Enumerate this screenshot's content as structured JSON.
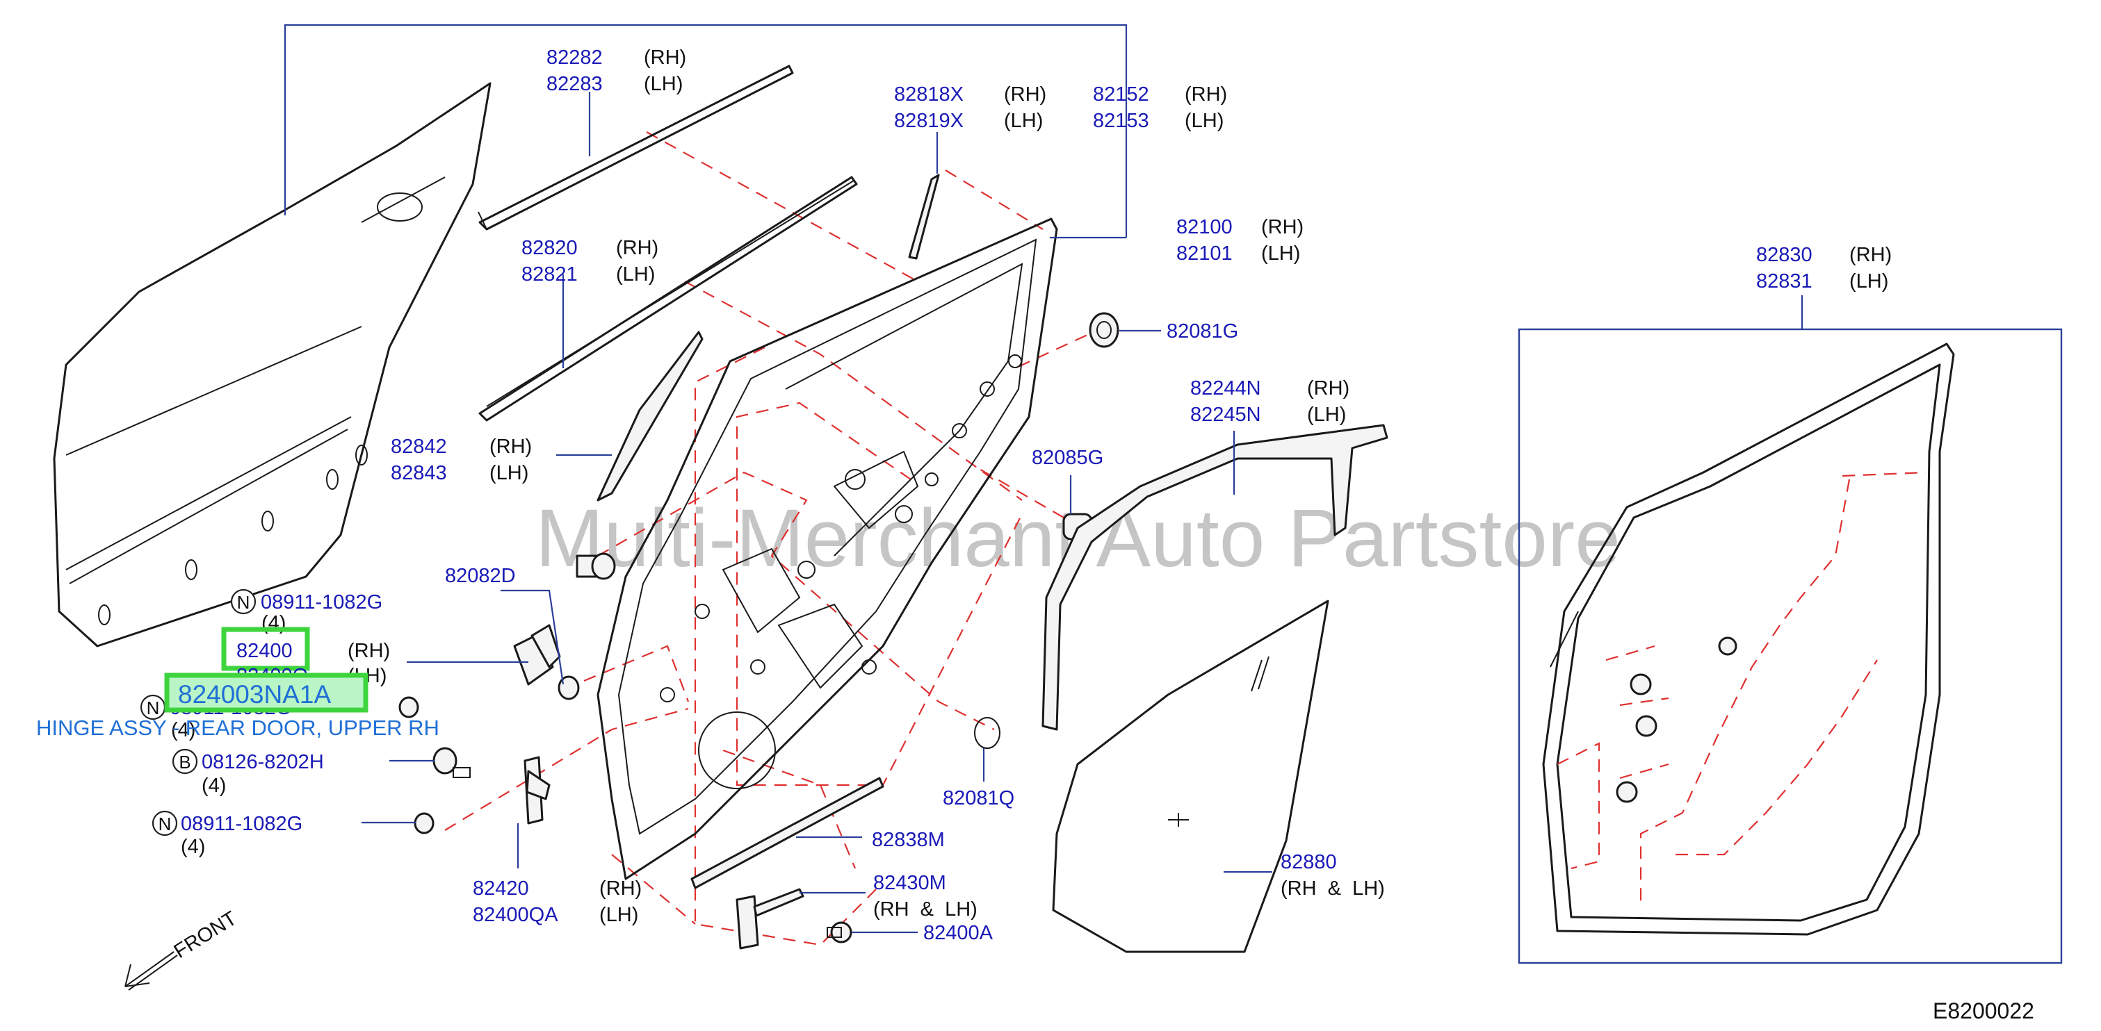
{
  "watermark": "Multi-Merchant Auto Partstore",
  "diagram_code": "E8200022",
  "front_label": "FRONT",
  "highlight": {
    "selected_part": "824003NA1A",
    "selected_description": "HINGE ASSY - REAR DOOR, UPPER RH"
  },
  "callouts": {
    "c82282": {
      "pn": "82282",
      "side": "(RH)"
    },
    "c82283": {
      "pn": "82283",
      "side": "(LH)"
    },
    "c82818X": {
      "pn": "82818X",
      "side": "(RH)"
    },
    "c82819X": {
      "pn": "82819X",
      "side": "(LH)"
    },
    "c82152": {
      "pn": "82152",
      "side": "(RH)"
    },
    "c82153": {
      "pn": "82153",
      "side": "(LH)"
    },
    "c82820": {
      "pn": "82820",
      "side": "(RH)"
    },
    "c82821": {
      "pn": "82821",
      "side": "(LH)"
    },
    "c82100": {
      "pn": "82100",
      "side": "(RH)"
    },
    "c82101": {
      "pn": "82101",
      "side": "(LH)"
    },
    "c82081G": {
      "pn": "82081G"
    },
    "c82830": {
      "pn": "82830",
      "side": "(RH)"
    },
    "c82831": {
      "pn": "82831",
      "side": "(LH)"
    },
    "c82244N": {
      "pn": "82244N",
      "side": "(RH)"
    },
    "c82245N": {
      "pn": "82245N",
      "side": "(LH)"
    },
    "c82842": {
      "pn": "82842",
      "side": "(RH)"
    },
    "c82843": {
      "pn": "82843",
      "side": "(LH)"
    },
    "c82085G": {
      "pn": "82085G"
    },
    "c82082D": {
      "pn": "82082D"
    },
    "bolt1": {
      "prefix": "N",
      "pn": "08911-1082G",
      "qty": "(4)"
    },
    "c82400": {
      "pn": "82400",
      "side": "(RH)"
    },
    "c82400Q": {
      "pn": "82400Q",
      "side": "(LH)"
    },
    "bolt2": {
      "prefix": "N",
      "pn": "08911-1082G",
      "qty": "(4)"
    },
    "bolt3": {
      "prefix": "B",
      "pn": "08126-8202H",
      "qty": "(4)"
    },
    "bolt4": {
      "prefix": "N",
      "pn": "08911-1082G",
      "qty": "(4)"
    },
    "c82081Q": {
      "pn": "82081Q"
    },
    "c82838M": {
      "pn": "82838M"
    },
    "c82420": {
      "pn": "82420",
      "side": "(RH)"
    },
    "c82400QA": {
      "pn": "82400QA",
      "side": "(LH)"
    },
    "c82430M": {
      "pn": "82430M",
      "note": "(RH  &  LH)"
    },
    "c82400A": {
      "pn": "82400A"
    },
    "c82880": {
      "pn": "82880",
      "note": "(RH  &  LH)"
    }
  },
  "colors": {
    "part_number": "#1a1ab8",
    "leader": "#2a3f9a",
    "explode_dash": "#e03030",
    "highlight": "#3ed43e",
    "selected_text": "#1f6fd6"
  }
}
